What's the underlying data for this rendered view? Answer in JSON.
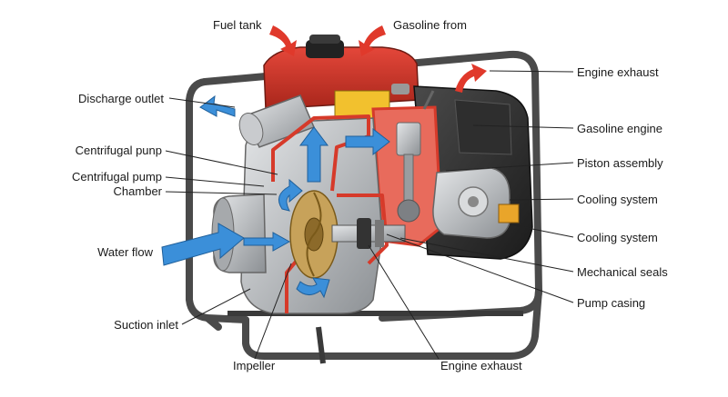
{
  "labels": {
    "fuel_tank": "Fuel tank",
    "gasoline_from": "Gasoline from",
    "engine_exhaust_top": "Engine exhaust",
    "discharge_outlet": "Discharge outlet",
    "gasoline_engine": "Gasoline engine",
    "centrifugal_punp": "Centrifugal punp",
    "piston_assembly": "Piston assembly",
    "centrifugal_pump": "Centrifugal pump",
    "chamber": "Chamber",
    "cooling_system_1": "Cooling system",
    "cooling_system_2": "Cooling system",
    "water_flow": "Water flow",
    "mechanical_seals": "Mechanical seals",
    "pump_casing": "Pump casing",
    "suction_inlet": "Suction inlet",
    "impeller": "Impeller",
    "engine_exhaust_bottom": "Engine exhaust"
  },
  "colors": {
    "frame": "#4a4a4a",
    "casing_red": "#d63a2a",
    "pump_metal": "#b9bcbf",
    "engine_black": "#2b2b2b",
    "water_blue": "#3b8fd9",
    "exhaust_red": "#e0392b",
    "fuel_yellow": "#f2c12e"
  }
}
